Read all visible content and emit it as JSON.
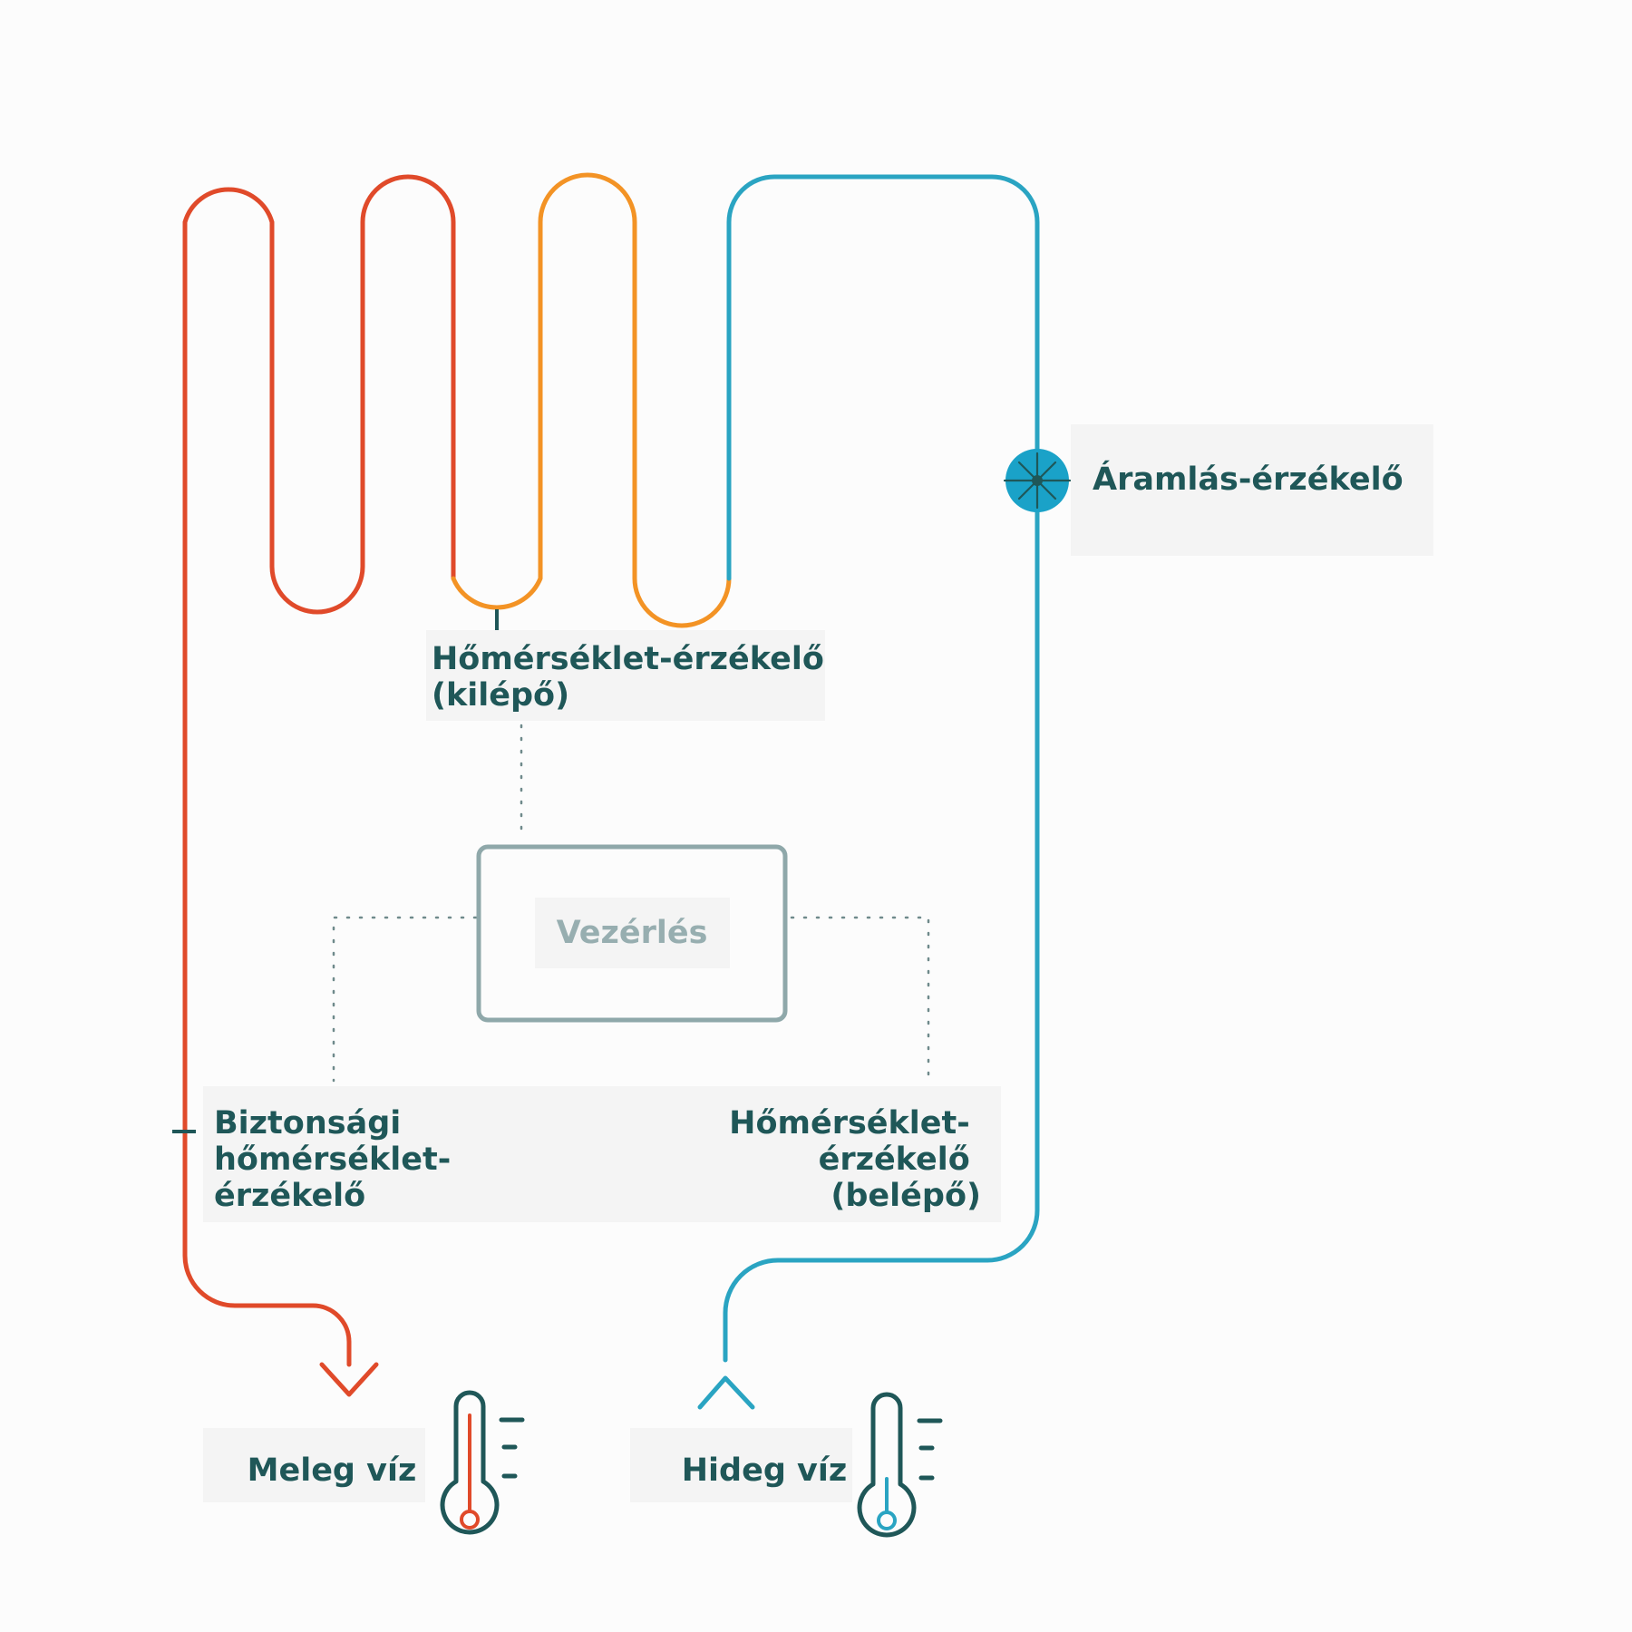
{
  "labels": {
    "flow_sensor": "Áramlás-érzékelő",
    "temp_sensor_outlet_line1": "Hőmérséklet-érzékelő",
    "temp_sensor_outlet_line2": "(kilépő)",
    "controller": "Vezérlés",
    "safety_sensor_line1": "Biztonsági",
    "safety_sensor_line2": "hőmérséklet-",
    "safety_sensor_line3": "érzékelő",
    "temp_sensor_inlet_line1": "Hőmérséklet-",
    "temp_sensor_inlet_line2": "érzékelő",
    "temp_sensor_inlet_line3": "(belépő)",
    "hot_water": "Meleg víz",
    "cold_water": "Hideg víz"
  },
  "colors": {
    "hot": "#e04a2a",
    "warm": "#f39325",
    "cold": "#2aa4c2",
    "label": "#1f5758",
    "controller": "#8fa8aa",
    "thermometer": "#1f5758"
  },
  "icons": {
    "flow_sensor": "flow-sensor-icon",
    "hot_thermometer": "thermometer-hot-icon",
    "cold_thermometer": "thermometer-cold-icon"
  }
}
